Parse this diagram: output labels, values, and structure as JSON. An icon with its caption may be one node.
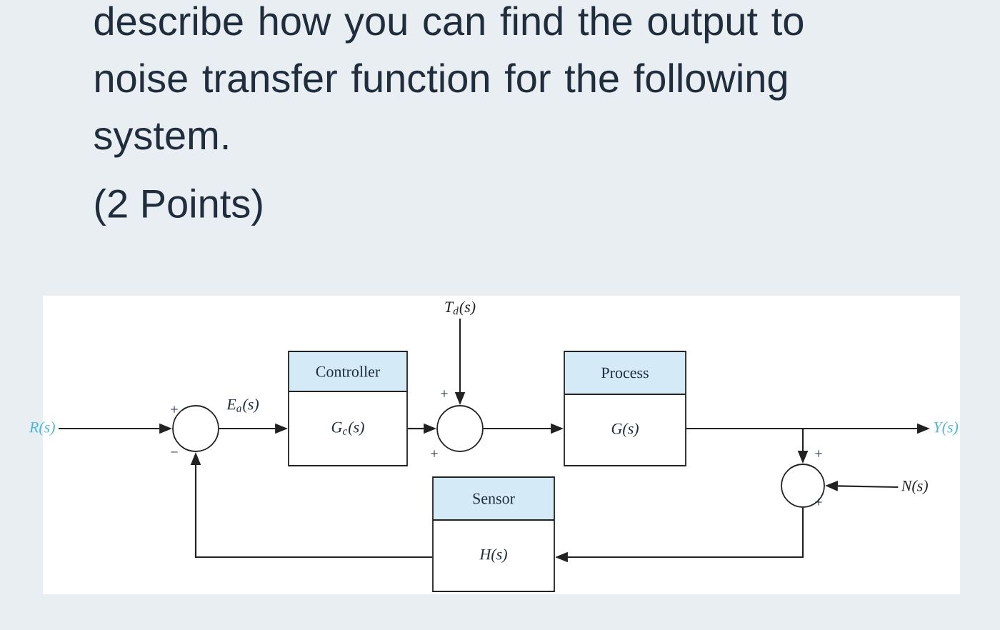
{
  "diagram": {
    "title": "describe how you can find the output to noise transfer function for the following system.",
    "nodes": [
      {
        "text": [
          "R(s)"
        ]
      },
      {
        "text": [],
        "shape": "circle"
      },
      {
        "text": [
          "Controller",
          "G$_{c}$(s)"
        ]
      },
      {
        "text": [
          "T$_{d}$(s)"
        ]
      },
      {
        "text": [],
        "shape": "circle"
      },
      {
        "text": [
          "Process",
          "G(s)"
        ]
      },
      {
        "text": [
          "Y(s)"
        ]
      },
      {
        "text": [],
        "shape": "circle"
      },
      {
        "text": [
          "N(s)"
        ]
      },
      {
        "text": [
          "Sensor",
          "H(s)"
        ]
      }
    ],
    "edges": [
      {
        "from": 0,
        "to": 1,
        "arrow": "to"
      },
      {
        "from": 1,
        "to": 2,
        "arrow": "to",
        "label": "E$_{a}$(s)"
      },
      {
        "from": 2,
        "to": 4,
        "arrow": "to"
      },
      {
        "from": 3,
        "to": 4,
        "arrow": "to"
      },
      {
        "from": 4,
        "to": 5,
        "arrow": "to"
      },
      {
        "from": 5,
        "to": 6,
        "arrow": "to"
      },
      {
        "from": 5,
        "to": 7,
        "arrow": "to"
      },
      {
        "from": 8,
        "to": 7,
        "arrow": "to"
      },
      {
        "from": 7,
        "to": 9,
        "arrow": "to"
      },
      {
        "from": 9,
        "to": 1,
        "arrow": "to"
      }
    ],
    "labels": [
      "(2 Points)",
      "+",
      "−",
      "+",
      "+",
      "+",
      "+"
    ]
  }
}
